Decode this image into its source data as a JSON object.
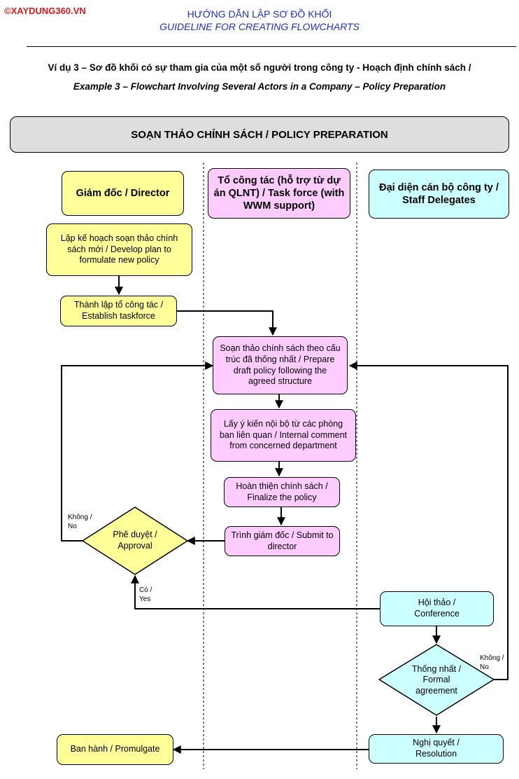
{
  "header": {
    "logo": "©XAYDUNG360.VN",
    "title_vi": "HƯỚNG DẪN LẬP SƠ ĐỒ KHỐI",
    "title_en": "GUIDELINE FOR CREATING FLOWCHARTS",
    "example_vi": "Ví dụ 3 – Sơ đồ khối có sự tham gia của một số người trong công ty - Hoạch định chính sách /",
    "example_en": "Example 3 – Flowchart Involving Several Actors in a Company – Policy Preparation"
  },
  "banner": "SOẠN THẢO CHÍNH SÁCH / POLICY PREPARATION",
  "actors": {
    "director": "Giám đốc / Director",
    "taskforce": "Tổ công tác (hỗ trợ từ dự án QLNT) / Task force (with WWM support)",
    "staff": "Đại diện cán bộ công ty / Staff Delegates"
  },
  "steps": {
    "develop_plan": "Lập kế hoạch soạn thảo chính sách mới / Develop plan to formulate new policy",
    "establish": "Thành lập tổ công tác / Establish taskforce",
    "prepare_draft": "Soạn thảo chính sách theo cấu trúc đã thống nhất / Prepare draft policy following the agreed structure",
    "internal_comment": "Lấy ý kiến nội bộ từ các phòng ban liên quan / Internal comment from concerned department",
    "finalize": "Hoàn thiện chính sách / Finalize the policy",
    "submit": "Trình giám đốc / Submit to director",
    "approval": "Phê duyệt / Approval",
    "conference": "Hội thảo / Conference",
    "agreement": "Thống nhất / Formal agreement",
    "resolution": "Nghị quyết / Resolution",
    "promulgate": "Ban hành / Promulgate"
  },
  "labels": {
    "approval_no": "Không / No",
    "approval_yes": "Có / Yes",
    "agreement_no": "Không / No"
  },
  "colors": {
    "director": "#ffff99",
    "taskforce": "#ffccff",
    "staff": "#ccffff",
    "banner": "#dedede",
    "heading": "#1b2fd0",
    "logo": "#d81a1a"
  }
}
